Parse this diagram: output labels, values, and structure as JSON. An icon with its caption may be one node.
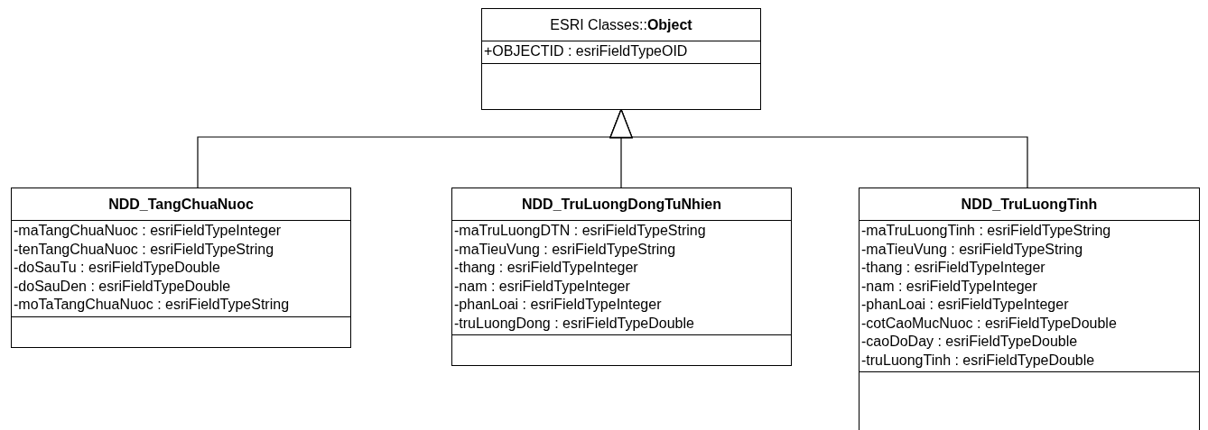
{
  "diagram": {
    "nodes": [
      {
        "text": [
          "ESRI Classes::**Object**",
          "+OBJECTID : esriFieldTypeOID"
        ]
      },
      {
        "text": [
          "NDD_TangChuaNuoc",
          "-maTangChuaNuoc : esriFieldTypeInteger",
          "-tenTangChuaNuoc : esriFieldTypeString",
          "-doSauTu : esriFieldTypeDouble",
          "-doSauDen : esriFieldTypeDouble",
          "-moTaTangChuaNuoc : esriFieldTypeString"
        ]
      },
      {
        "text": [
          "NDD_TruLuongDongTuNhien",
          "-maTruLuongDTN : esriFieldTypeString",
          "-maTieuVung : esriFieldTypeString",
          "-thang : esriFieldTypeInteger",
          "-nam : esriFieldTypeInteger",
          "-phanLoai : esriFieldTypeInteger",
          "-truLuongDong : esriFieldTypeDouble"
        ]
      },
      {
        "text": [
          "NDD_TruLuongTinh",
          "-maTruLuongTinh : esriFieldTypeString",
          "-maTieuVung : esriFieldTypeString",
          "-thang : esriFieldTypeInteger",
          "-nam : esriFieldTypeInteger",
          "-phanLoai : esriFieldTypeInteger",
          "-cotCaoMucNuoc : esriFieldTypeDouble",
          "-caoDoDay : esriFieldTypeDouble",
          "-truLuongTinh : esriFieldTypeDouble"
        ]
      }
    ],
    "edges": [
      {
        "from": 1,
        "to": 0,
        "arrow": "to"
      },
      {
        "from": 2,
        "to": 0,
        "arrow": "to"
      },
      {
        "from": 3,
        "to": 0,
        "arrow": "to"
      }
    ]
  }
}
